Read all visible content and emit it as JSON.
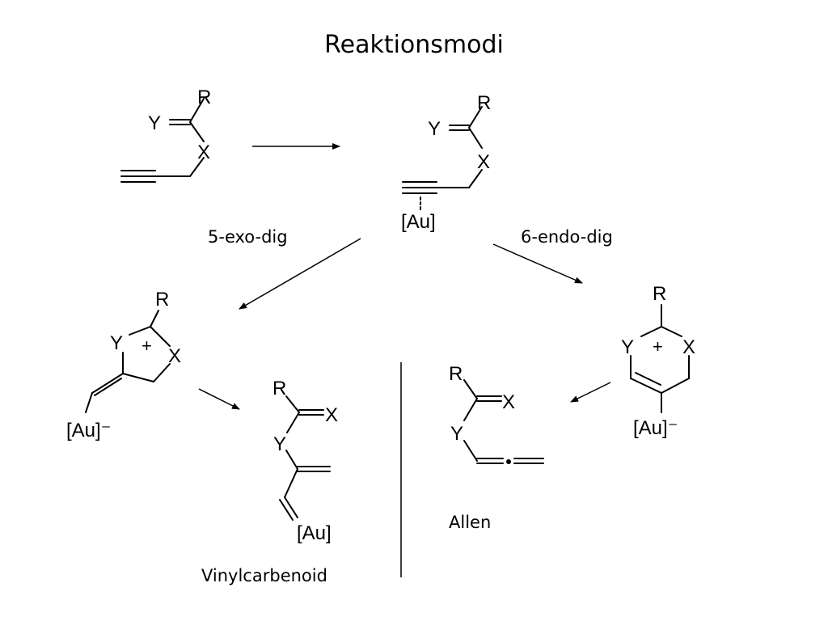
{
  "title": "Reaktionsmodi",
  "labels": {
    "exo": "5-exo-dig",
    "endo": "6-endo-dig",
    "vinyl": "Vinylcarbenoid",
    "allen": "Allen"
  },
  "atoms": {
    "R": "R",
    "X": "X",
    "Y": "Y",
    "au": "[Au]",
    "au_minus": "[Au]⁻",
    "plus": "+"
  }
}
